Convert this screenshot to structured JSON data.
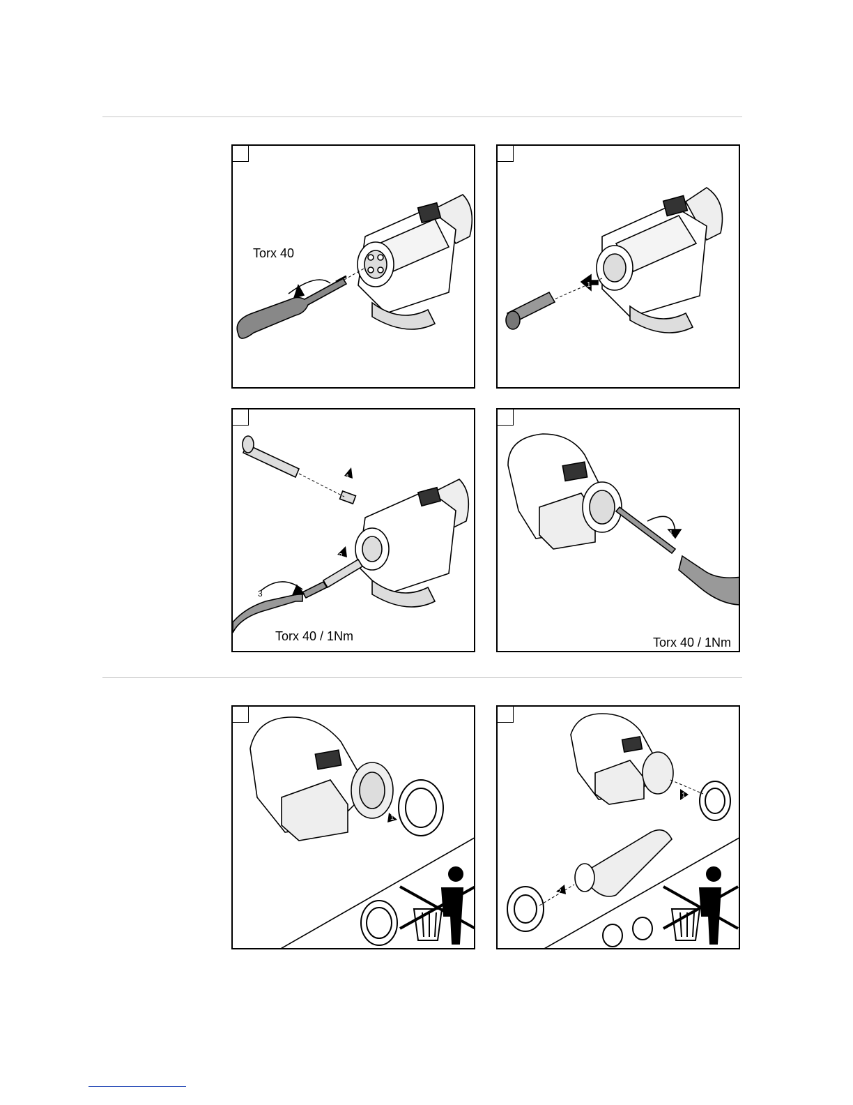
{
  "panels": {
    "p1": {
      "label": "Torx 40"
    },
    "p2": {
      "label": ""
    },
    "p3": {
      "label": "Torx 40 / 1Nm"
    },
    "p4": {
      "label": "Torx 40 / 1Nm"
    },
    "p5": {
      "label": ""
    },
    "p6": {
      "label": ""
    }
  },
  "markers": {
    "one": "1",
    "two": "2",
    "three": "3"
  },
  "icons": [
    "screwdriver-icon",
    "torch-body-icon",
    "contact-tube-icon",
    "nozzle-ring-icon",
    "no-litter-icon"
  ]
}
